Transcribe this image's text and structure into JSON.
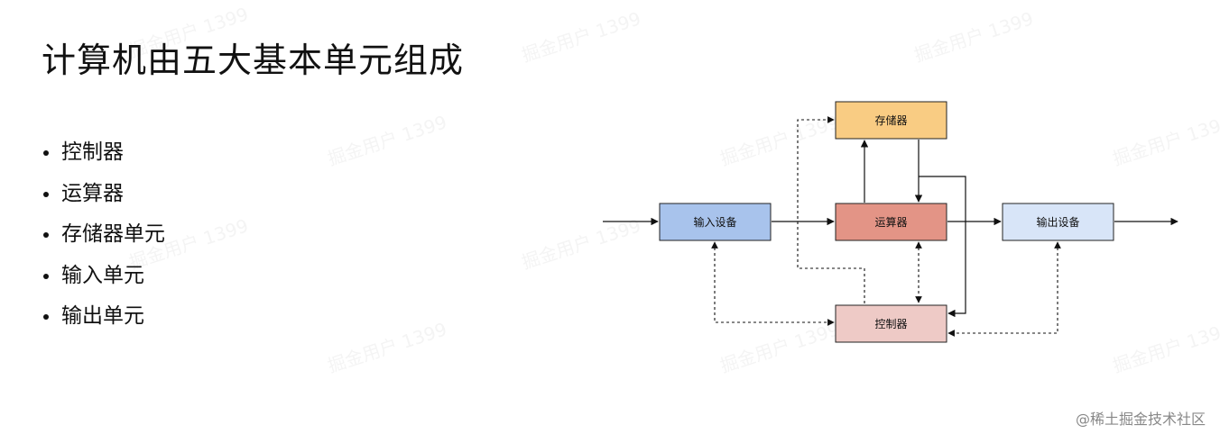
{
  "slide": {
    "title": "计算机由五大基本单元组成",
    "bullets": [
      "控制器",
      "运算器",
      "存储器单元",
      "输入单元",
      "输出单元"
    ]
  },
  "diagram": {
    "nodes": {
      "memory": {
        "label": "存储器",
        "color": "#f9cc83"
      },
      "alu": {
        "label": "运算器",
        "color": "#e39486"
      },
      "input": {
        "label": "输入设备",
        "color": "#a8c3ec"
      },
      "output": {
        "label": "输出设备",
        "color": "#d8e5f8"
      },
      "control": {
        "label": "控制器",
        "color": "#eecac6"
      }
    }
  },
  "watermark": "掘金用户 1399",
  "credit": "@稀土掘金技术社区"
}
